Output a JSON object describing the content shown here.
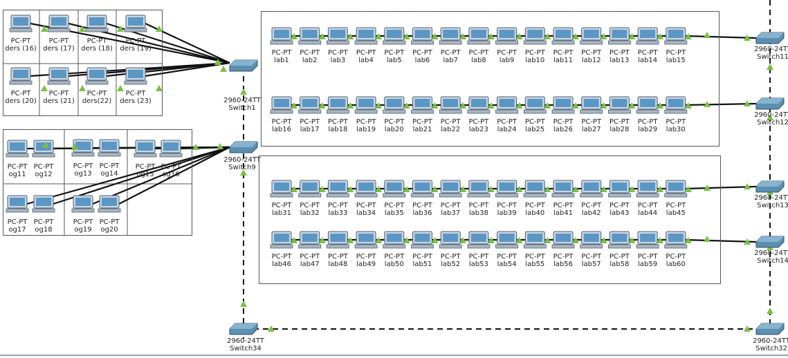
{
  "device_type_label": "PC-PT",
  "switch_model_label": "2960-24TT",
  "colors": {
    "link": "#111111",
    "port_up": "#7ac143",
    "switch_body": "#5b8fb0",
    "pc_screen": "#5b97c4"
  },
  "groups": {
    "ders": [
      "ders (16)",
      "ders (17)",
      "ders (18)",
      "ders (19)",
      "ders (20)",
      "ders (21)",
      "ders(22)",
      "ders (23)"
    ],
    "og": [
      "og11",
      "og12",
      "og13",
      "og14",
      "og15",
      "og16",
      "og17",
      "og18",
      "og19",
      "og20"
    ],
    "lab_row1": [
      "lab1",
      "lab2",
      "lab3",
      "lab4",
      "lab5",
      "lab6",
      "lab7",
      "lab8",
      "lab9",
      "lab10",
      "lab11",
      "lab12",
      "lab13",
      "lab14",
      "lab15"
    ],
    "lab_row2": [
      "lab16",
      "lab17",
      "lab18",
      "lab19",
      "lab20",
      "lab21",
      "lab22",
      "lab23",
      "lab24",
      "lab25",
      "lab26",
      "lab27",
      "lab28",
      "lab29",
      "lab30"
    ],
    "lab_row3": [
      "lab31",
      "lab32",
      "lab33",
      "lab34",
      "lab35",
      "lab36",
      "lab37",
      "lab38",
      "lab39",
      "lab40",
      "lab41",
      "lab42",
      "lab43",
      "lab44",
      "lab45"
    ],
    "lab_row4": [
      "lab46",
      "lab47",
      "lab48",
      "lab49",
      "lab50",
      "lab51",
      "lab52",
      "lab53",
      "lab54",
      "lab55",
      "lab56",
      "lab57",
      "lab58",
      "lab59",
      "lab60"
    ]
  },
  "switches": [
    "Switch1",
    "Switch9",
    "Switch11",
    "Switch12",
    "Switch13",
    "Switch14",
    "Switch34",
    "Switch32"
  ]
}
